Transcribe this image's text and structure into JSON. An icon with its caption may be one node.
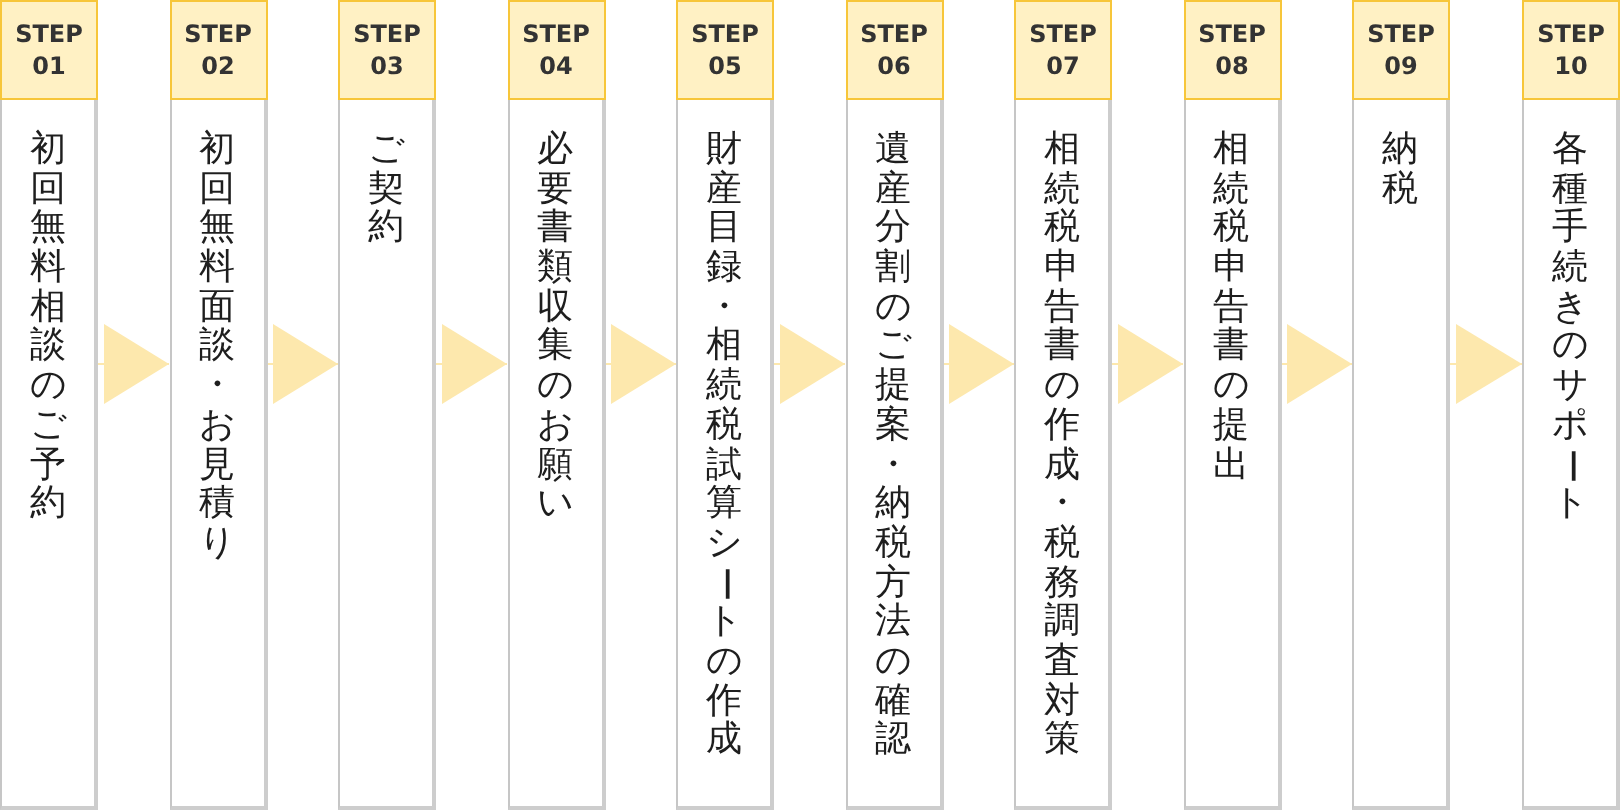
{
  "diagram": {
    "nodes": [
      {
        "text": [
          "STEP 01",
          "初回無料相談のご予約"
        ]
      },
      {
        "text": [
          "STEP 02",
          "初回無料面談・お見積り"
        ]
      },
      {
        "text": [
          "STEP 03",
          "ご契約"
        ]
      },
      {
        "text": [
          "STEP 04",
          "必要書類収集のお願い"
        ]
      },
      {
        "text": [
          "STEP 05",
          "財産目録・相続税試算シートの作成"
        ]
      },
      {
        "text": [
          "STEP 06",
          "遺産分割のご提案・納税方法の確認"
        ]
      },
      {
        "text": [
          "STEP 07",
          "相続税申告書の作成・税務調査対策"
        ]
      },
      {
        "text": [
          "STEP 08",
          "相続税申告書の提出"
        ]
      },
      {
        "text": [
          "STEP 09",
          "納税"
        ]
      },
      {
        "text": [
          "STEP 10",
          "各種手続きのサポート"
        ]
      }
    ],
    "edges": [
      {
        "from": 0,
        "to": 1,
        "arrow": "to"
      },
      {
        "from": 1,
        "to": 2,
        "arrow": "to"
      },
      {
        "from": 2,
        "to": 3,
        "arrow": "to"
      },
      {
        "from": 3,
        "to": 4,
        "arrow": "to"
      },
      {
        "from": 4,
        "to": 5,
        "arrow": "to"
      },
      {
        "from": 5,
        "to": 6,
        "arrow": "to"
      },
      {
        "from": 6,
        "to": 7,
        "arrow": "to"
      },
      {
        "from": 7,
        "to": 8,
        "arrow": "to"
      },
      {
        "from": 8,
        "to": 9,
        "arrow": "to"
      }
    ]
  }
}
